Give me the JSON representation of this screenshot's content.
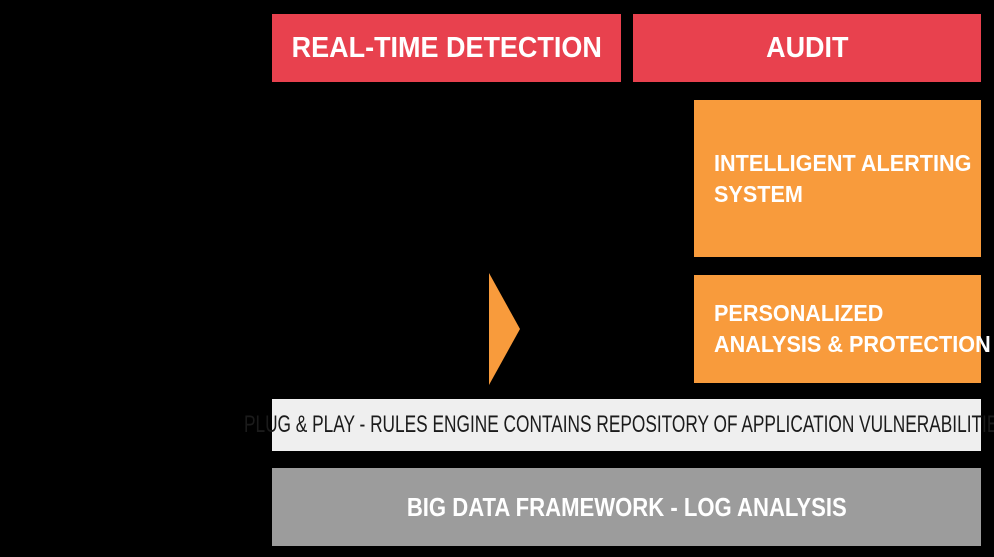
{
  "colors": {
    "background": "#000000",
    "red": "#e8414e",
    "orange": "#f89b3c",
    "light_gray": "#efefef",
    "mid_gray": "#9c9c9c",
    "text_light": "#ffffff",
    "text_dark": "#1b1b1b"
  },
  "headers": [
    {
      "label": "REAL-TIME DETECTION"
    },
    {
      "label": "AUDIT"
    }
  ],
  "cards": [
    {
      "line1": "INTELLIGENT ALERTING",
      "line2": "SYSTEM"
    },
    {
      "line1": "PERSONALIZED",
      "line2": "ANALYSIS & PROTECTION"
    }
  ],
  "arrow": {
    "direction": "right"
  },
  "bars": [
    {
      "label": "PLUG & PLAY - RULES ENGINE CONTAINS REPOSITORY OF APPLICATION VULNERABILITIES"
    },
    {
      "label": "BIG DATA FRAMEWORK - LOG ANALYSIS"
    }
  ]
}
